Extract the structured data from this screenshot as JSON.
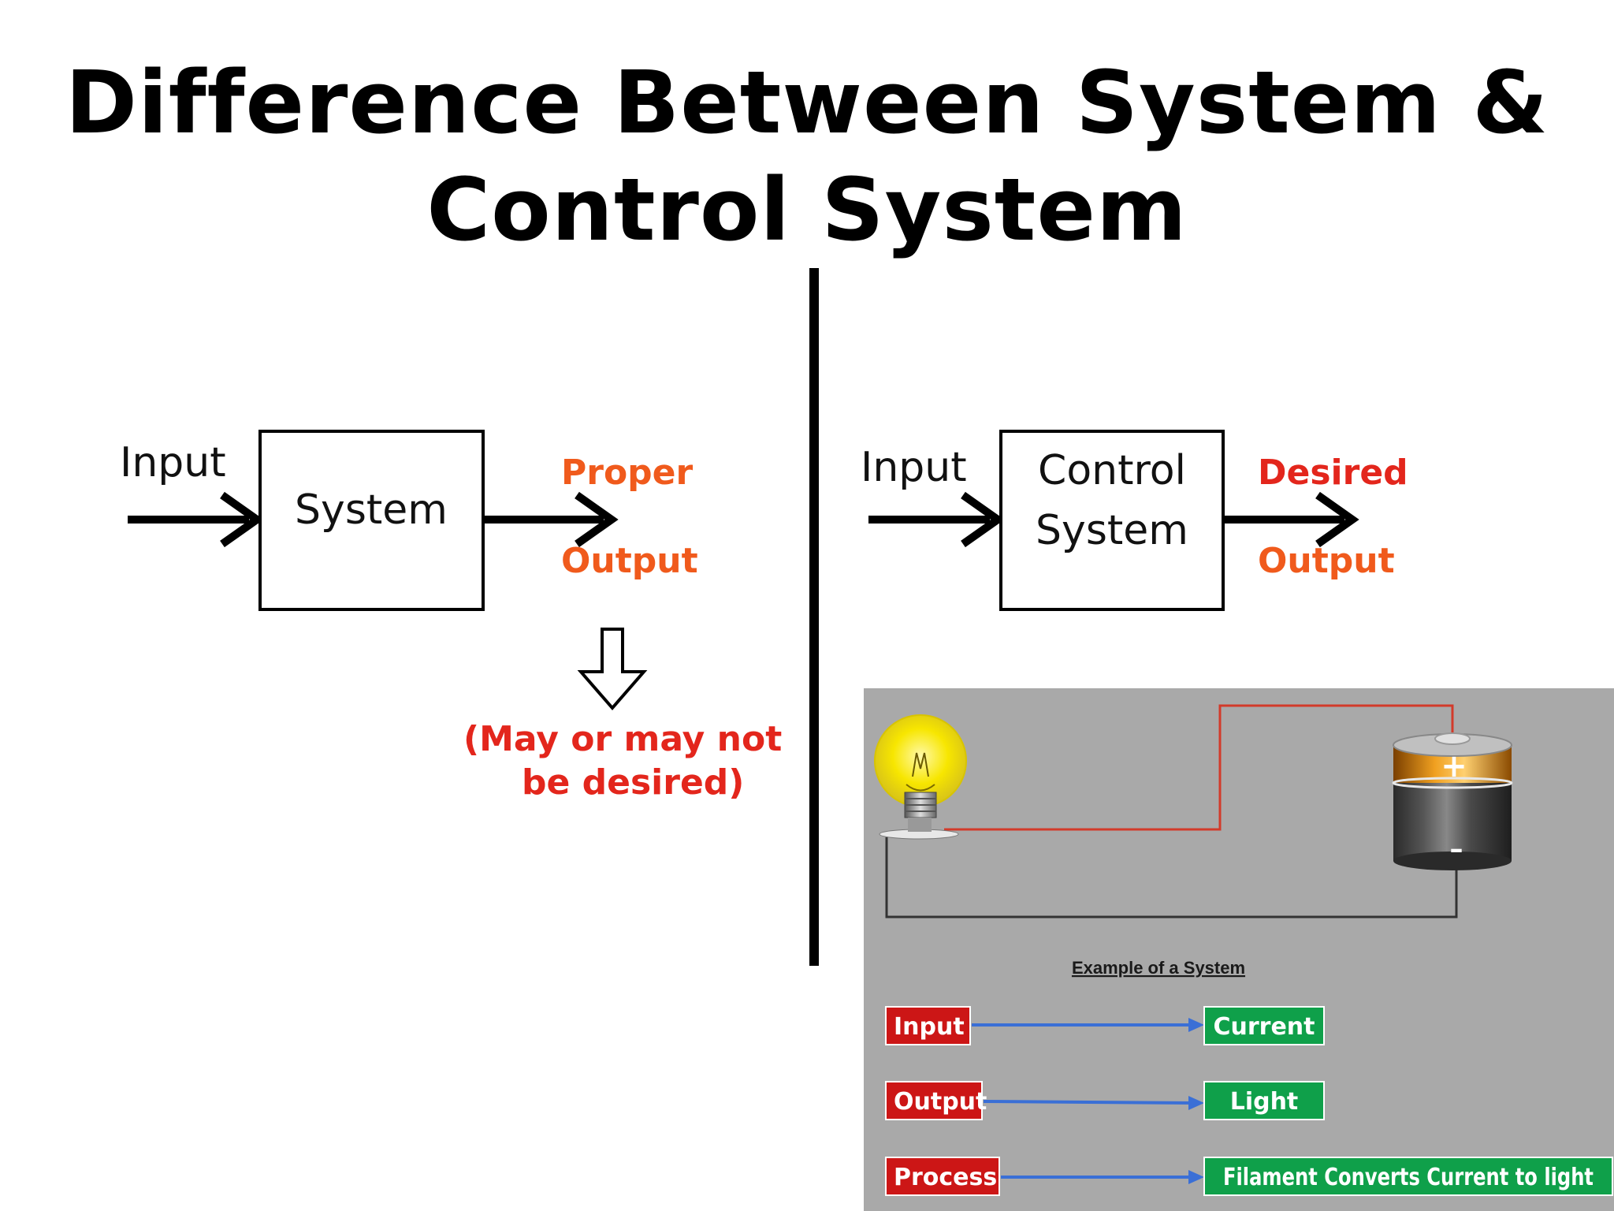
{
  "title": {
    "line1": "Difference Between System &",
    "line2": "Control System"
  },
  "colors": {
    "orange": "#f05a1c",
    "red": "#e3261c",
    "panel_bg": "#a9a9a9",
    "example_red": "#cc1616",
    "example_green": "#0fa04a",
    "example_arrow": "#3a6fd6",
    "wire_red": "#d23a2a",
    "wire_dark": "#333333"
  },
  "left": {
    "input": "Input",
    "box": "System",
    "output_line1": "Proper",
    "output_line2": "Output",
    "note_line1": "(May or may not",
    "note_line2": "be desired)",
    "down_arrow_icon": "hollow-down-arrow-icon"
  },
  "right": {
    "input": "Input",
    "box_line1": "Control",
    "box_line2": "System",
    "output_line1": "Desired",
    "output_line2": "Output"
  },
  "example": {
    "title": "Example of a System",
    "battery_plus": "+",
    "battery_minus": "–",
    "bulb_icon": "light-bulb-icon",
    "battery_icon": "battery-icon",
    "rows": [
      {
        "from": "Input",
        "to": "Current"
      },
      {
        "from": "Output",
        "to": "Light"
      },
      {
        "from": "Process",
        "to": "Filament Converts Current to light"
      }
    ]
  }
}
